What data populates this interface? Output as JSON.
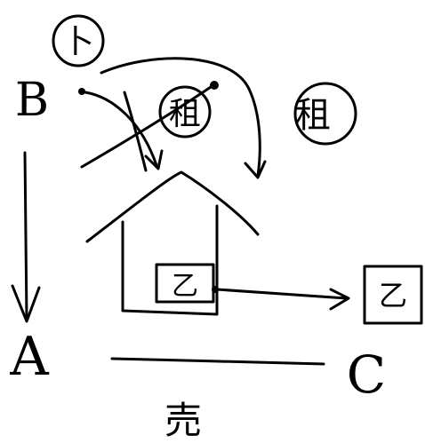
{
  "nodes": {
    "top_circle": "卜",
    "circle_left": "租",
    "circle_right": "租",
    "box_house": "乙",
    "box_right": "乙"
  },
  "letters": {
    "b": "B",
    "a": "A",
    "c": "C"
  },
  "bottom_label": "売"
}
